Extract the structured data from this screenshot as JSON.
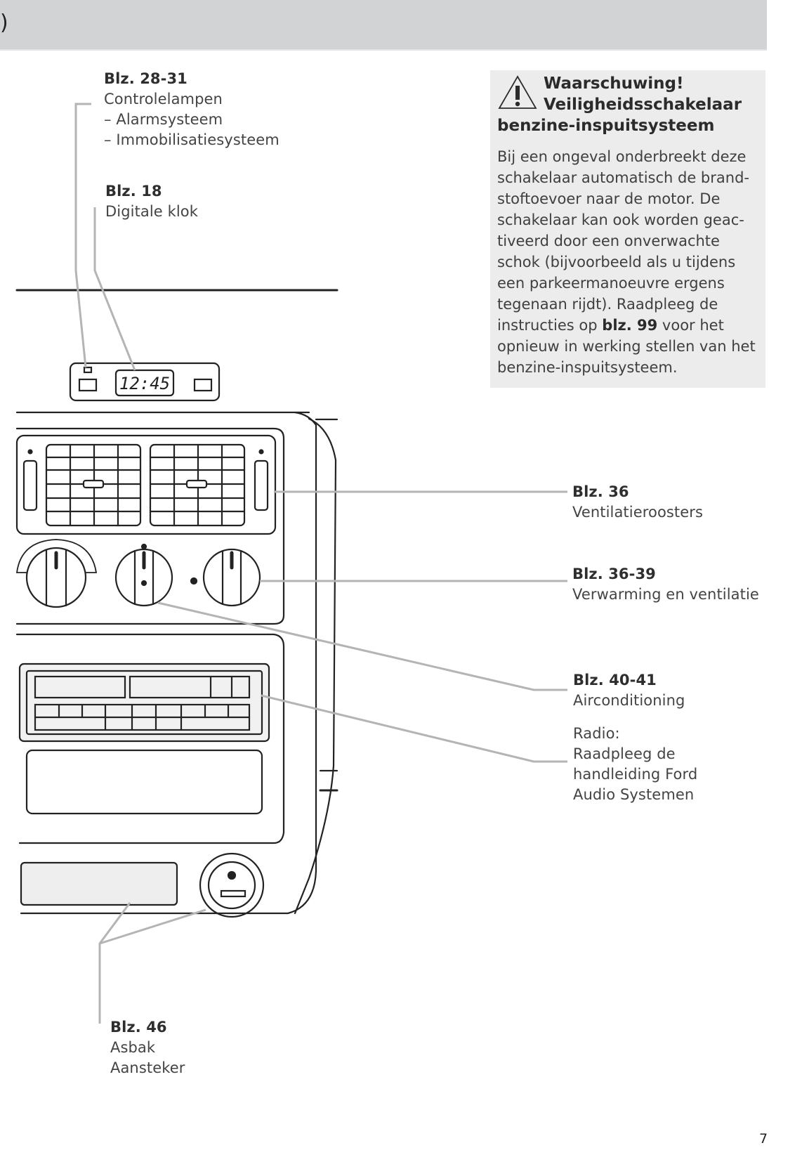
{
  "header": {
    "fragment": ")"
  },
  "callouts": {
    "warning_lamps": {
      "ref": "Blz. 28-31",
      "lines": [
        "Controlelampen",
        "– Alarmsysteem",
        "– Immobilisatiesysteem"
      ]
    },
    "clock": {
      "ref": "Blz. 18",
      "lines": [
        "Digitale klok"
      ]
    },
    "vents": {
      "ref": "Blz. 36",
      "lines": [
        "Ventilatieroosters"
      ]
    },
    "heating": {
      "ref": "Blz. 36-39",
      "lines": [
        "Verwarming en ventilatie"
      ]
    },
    "aircon": {
      "ref": "Blz. 40-41",
      "lines": [
        "Airconditioning"
      ]
    },
    "radio": {
      "lines": [
        "Radio:",
        "Raadpleeg de",
        "handleiding Ford",
        "Audio Systemen"
      ]
    },
    "ashtray": {
      "ref": "Blz. 46",
      "lines": [
        "Asbak",
        "Aansteker"
      ]
    }
  },
  "warning": {
    "icon": "warning-triangle-icon",
    "title_line1": "Waarschuwing!",
    "title_line2": "Veiligheidsschakelaar",
    "title_line3": "benzine-inspuitsysteem",
    "body_before_bold": "Bij een ongeval onderbreekt deze schakelaar automatisch de brand-stoftoevoer naar de motor. De schakelaar kan ook worden geac-tiveerd door een onverwachte schok (bijvoorbeeld als u tijdens een parkeermanoeuvre ergens tegenaan rijdt). Raadpleeg de instructies op ",
    "body_bold": "blz. 99",
    "body_after_bold": " voor het opnieuw in werking stellen van het benzine-inspuitsysteem."
  },
  "illustration": {
    "clock_display": "12:45"
  },
  "page_number": "7"
}
